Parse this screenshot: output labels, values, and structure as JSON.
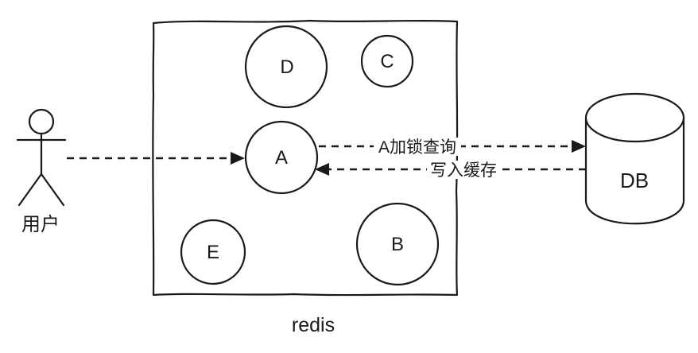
{
  "diagram": {
    "background_color": "#ffffff",
    "stroke_color": "#1a1a1a",
    "actor": {
      "label": "用户"
    },
    "container": {
      "label": "redis",
      "nodes": {
        "a": "A",
        "b": "B",
        "c": "C",
        "d": "D",
        "e": "E"
      }
    },
    "database": {
      "label": "DB"
    },
    "arrows": {
      "user_to_a": {
        "from": "用户",
        "to": "A",
        "label": ""
      },
      "a_to_db": {
        "from": "A",
        "to": "DB",
        "label": "A加锁查询"
      },
      "db_to_a": {
        "from": "DB",
        "to": "A",
        "label": "写入缓存"
      }
    }
  }
}
